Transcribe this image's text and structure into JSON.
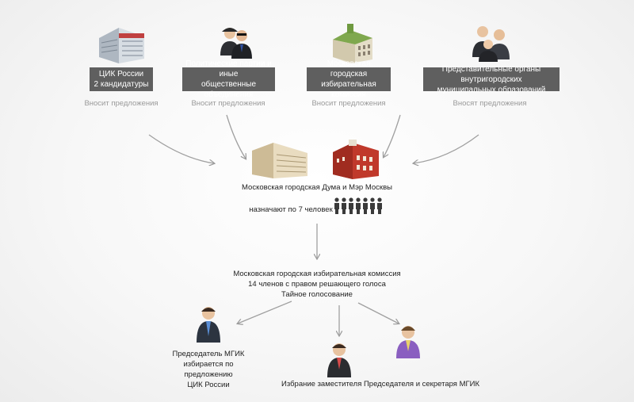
{
  "sources": [
    {
      "label": "ЦИК России\n2 кандидатуры",
      "note": "Вносит предложения"
    },
    {
      "label": "Политические партии и иные\nобщественные объединения",
      "note": "Вносит предложения"
    },
    {
      "label": "Московская городская\nизбирательная комиссия",
      "note": "Вносит предложения"
    },
    {
      "label": "Представительные органы внутригородских\nмуниципальных образований",
      "note": "Вносят предложения"
    }
  ],
  "appointing_body": {
    "title": "Московская городская Дума и Мэр Москвы",
    "count_text": "назначают по 7 человек",
    "people_count": 7
  },
  "commission": {
    "line1": "Московская городская  избирательная комиссия",
    "line2": "14 членов с правом решающего голоса",
    "line3": "Тайное голосование"
  },
  "outcomes": {
    "chairman": "Председатель МГИК\nизбирается  по предложению\nЦИК России",
    "deputies": "Избрание заместителя Председателя и секретаря МГИК"
  },
  "colors": {
    "label_bg": "#5f5f5f",
    "arrow": "#9a9a9a",
    "note": "#9a9a9a"
  }
}
